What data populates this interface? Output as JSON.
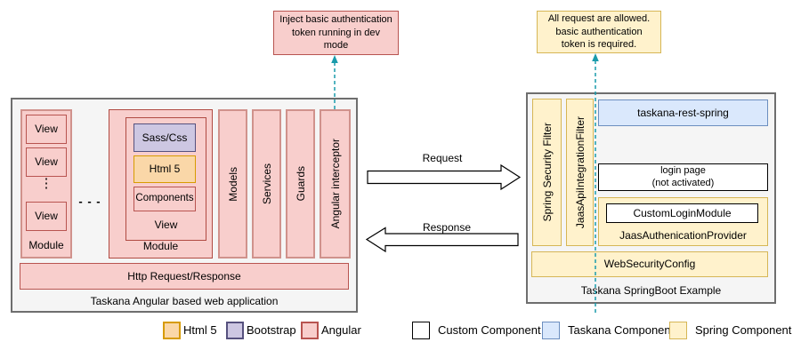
{
  "palette": {
    "angular_fill": "#f8cecc",
    "angular_stroke": "#b85450",
    "html5_fill": "#fad7a8",
    "html5_stroke": "#d79b00",
    "bootstrap_fill": "#cdc7e2",
    "bootstrap_stroke": "#56517e",
    "spring_fill": "#fff2cc",
    "spring_stroke": "#d6b656",
    "taskana_fill": "#dae8fc",
    "taskana_stroke": "#6c8ebf",
    "custom_fill": "#ffffff",
    "custom_stroke": "#000000",
    "container_fill": "#f5f5f5",
    "container_stroke": "#6e6e6e",
    "dashed_arrow": "#1a9bab"
  },
  "notes": {
    "left": "Inject basic authentication\ntoken running in dev\nmode",
    "right": "All request are allowed.\nbasic authentication\ntoken is required."
  },
  "angular_app": {
    "caption": "Taskana Angular based web application",
    "module1": {
      "view1": "View",
      "view2": "View",
      "view3": "View",
      "dots": "⋮",
      "label": "Module"
    },
    "between_modules": "- - -",
    "module2": {
      "sass": "Sass/Css",
      "html5": "Html 5",
      "components": "Components",
      "view_label": "View",
      "label": "Module"
    },
    "bar_models": "Models",
    "bar_services": "Services",
    "bar_guards": "Guards",
    "bar_interceptor": "Angular interceptor",
    "http_bar": "Http Request/Response"
  },
  "flow": {
    "request": "Request",
    "response": "Response"
  },
  "spring_app": {
    "caption": "Taskana SpringBoot Example",
    "filter1": "Spring Security Filter",
    "filter2": "JaasApiIntegrationFilter",
    "taskana_rest": "taskana-rest-spring",
    "login_page": "login page\n(not activated)",
    "custom_login": "CustomLoginModule",
    "jaas_provider": "JaasAuthenicationProvider",
    "web_security": "WebSecurityConfig"
  },
  "legend_left": {
    "html5": "Html 5",
    "bootstrap": "Bootstrap",
    "angular": "Angular"
  },
  "legend_right": {
    "custom": "Custom Component",
    "taskana": "Taskana Component",
    "spring": "Spring Component"
  }
}
